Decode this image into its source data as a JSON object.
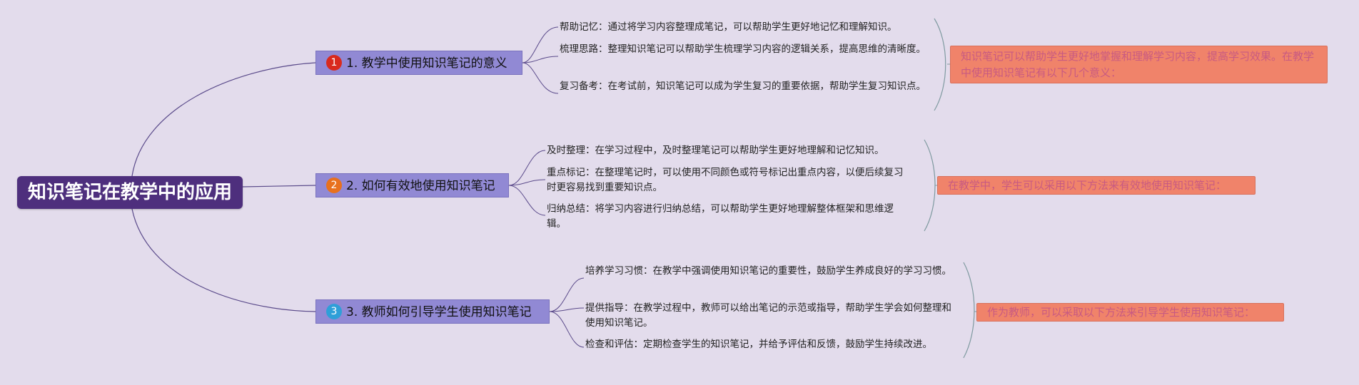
{
  "root": {
    "title": "知识笔记在教学中的应用"
  },
  "branches": [
    {
      "number": "1",
      "badge_color": "#d92a1e",
      "title": "1. 教学中使用知识笔记的意义",
      "items": [
        "帮助记忆：通过将学习内容整理成笔记，可以帮助学生更好地记忆和理解知识。",
        "梳理思路：整理知识笔记可以帮助学生梳理学习内容的逻辑关系，提高思维的清晰度。",
        "复习备考：在考试前，知识笔记可以成为学生复习的重要依据，帮助学生复习知识点。"
      ],
      "note": "知识笔记可以帮助学生更好地掌握和理解学习内容，提高学习效果。在教学中使用知识笔记有以下几个意义："
    },
    {
      "number": "2",
      "badge_color": "#e8711e",
      "title": "2. 如何有效地使用知识笔记",
      "items": [
        "及时整理：在学习过程中，及时整理笔记可以帮助学生更好地理解和记忆知识。",
        "重点标记：在整理笔记时，可以使用不同颜色或符号标记出重点内容，以便后续复习时更容易找到重要知识点。",
        "归纳总结：将学习内容进行归纳总结，可以帮助学生更好地理解整体框架和思维逻辑。"
      ],
      "note": "在教学中，学生可以采用以下方法来有效地使用知识笔记："
    },
    {
      "number": "3",
      "badge_color": "#2f9fd8",
      "title": "3. 教师如何引导学生使用知识笔记",
      "items": [
        "培养学习习惯：在教学中强调使用知识笔记的重要性，鼓励学生养成良好的学习习惯。",
        "提供指导：在教学过程中，教师可以给出笔记的示范或指导，帮助学生学会如何整理和使用知识笔记。",
        "检查和评估：定期检查学生的知识笔记，并给予评估和反馈，鼓励学生持续改进。"
      ],
      "note": "作为教师，可以采取以下方法来引导学生使用知识笔记："
    }
  ],
  "colors": {
    "background": "#e3dcec",
    "root": "#4e2f7d",
    "topic": "#9189d4",
    "note": "#f0836a",
    "line": "#5a4a8a"
  }
}
